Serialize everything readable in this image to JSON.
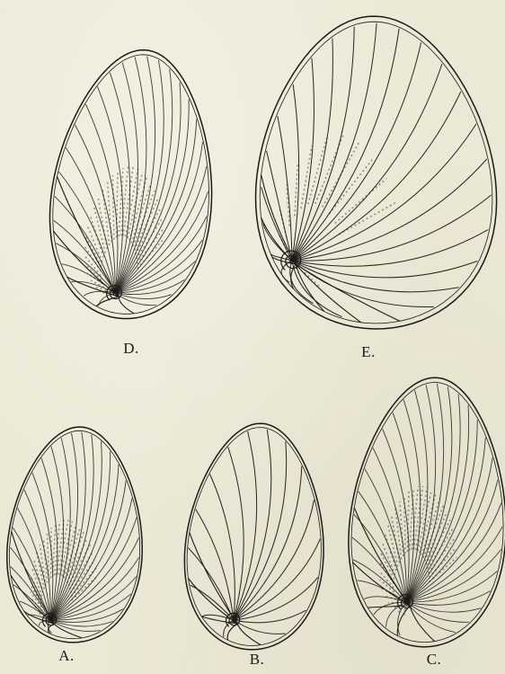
{
  "figures": [
    {
      "id": "D",
      "label": "D.",
      "hatch": "dense",
      "lines": 30
    },
    {
      "id": "E",
      "label": "E.",
      "hatch": "open-spiral",
      "lines": 24
    },
    {
      "id": "A",
      "label": "A.",
      "hatch": "dense",
      "lines": 30
    },
    {
      "id": "B",
      "label": "B.",
      "hatch": "sparse",
      "lines": 16
    },
    {
      "id": "C",
      "label": "C.",
      "hatch": "dense",
      "lines": 32
    }
  ],
  "colors": {
    "paper": "#ebe8d5",
    "ink": "#1c1a17"
  }
}
